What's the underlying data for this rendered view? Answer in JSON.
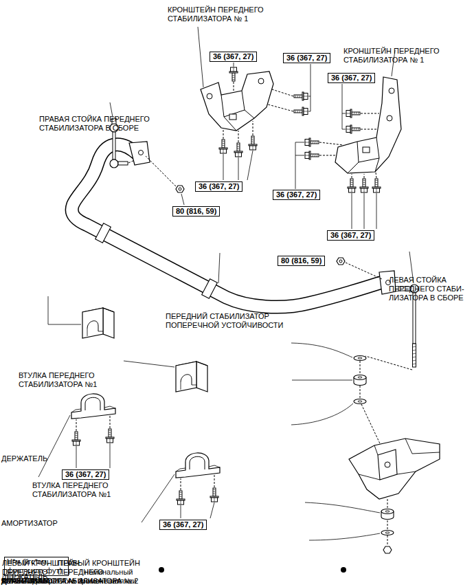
{
  "diagram": {
    "nodes": [
      {
        "text": [
          "36 (367, 27)"
        ]
      },
      {
        "text": [
          "36 (367, 27)"
        ]
      },
      {
        "text": [
          "36 (367, 27)"
        ]
      },
      {
        "text": [
          "36 (367, 27)"
        ]
      },
      {
        "text": [
          "36 (367, 27)"
        ]
      },
      {
        "text": [
          "80 (816, 59)"
        ]
      },
      {
        "text": [
          "36 (367, 27)"
        ]
      },
      {
        "text": [
          "80 (816, 59)"
        ]
      },
      {
        "text": [
          "36 (367, 27)"
        ]
      },
      {
        "text": [
          "36 (367, 27)"
        ]
      },
      {
        "text": [
          "Н*м (кгс*см, фунт-сила-фут)"
        ]
      }
    ],
    "labels": [
      "КРОНШТЕЙН ПЕРЕДНЕГО СТАБИЛИЗАТОРА № 1",
      "КРОНШТЕЙН ПЕРЕДНЕГО СТАБИЛИЗАТОРА № 1",
      "ПРАВАЯ СТОЙКА ПЕРЕДНЕГО СТАБИЛИЗАТОРА В СБОРЕ",
      "ЛЕВАЯ СТОЙКА ПЕРЕДНЕГО СТАБИ- ЛИЗАТОРА В СБОРЕ",
      "ПЕРЕДНИЙ СТАБИЛИЗАТОР ПОПЕРЕЧНОЙ УСТОЙЧИВОСТИ",
      "ВТУЛКА ПЕРЕДНЕГО СТАБИЛИЗАТОРА №1",
      "ДЕРЖАТЕЛЬ",
      "ВТУЛКА ПЕРЕДНЕГО СТАБИЛИЗАТОРА №1",
      "АМОРТИЗАТОР",
      "ДЕРЖАТЕЛЬ",
      "ЛЕВЫЙ КРОНШТЕЙН ПЕРЕДНЕГО СТАБИЛИЗАТОРА № 2",
      "АМОРТИЗАТОР",
      "ПРАВЫЙ КРОНШТЕЙН ПЕРЕДНЕГО СТАБИЛИЗАТОРА № 2",
      "ДЕРЖАТЕЛЬ",
      "P"
    ],
    "legend": [
      {
        "text": ": номинальный момент затяжки"
      },
      {
        "text": "Деталь однократного применения"
      },
      {
        "text": "КОНТРГАЙКА"
      }
    ]
  }
}
